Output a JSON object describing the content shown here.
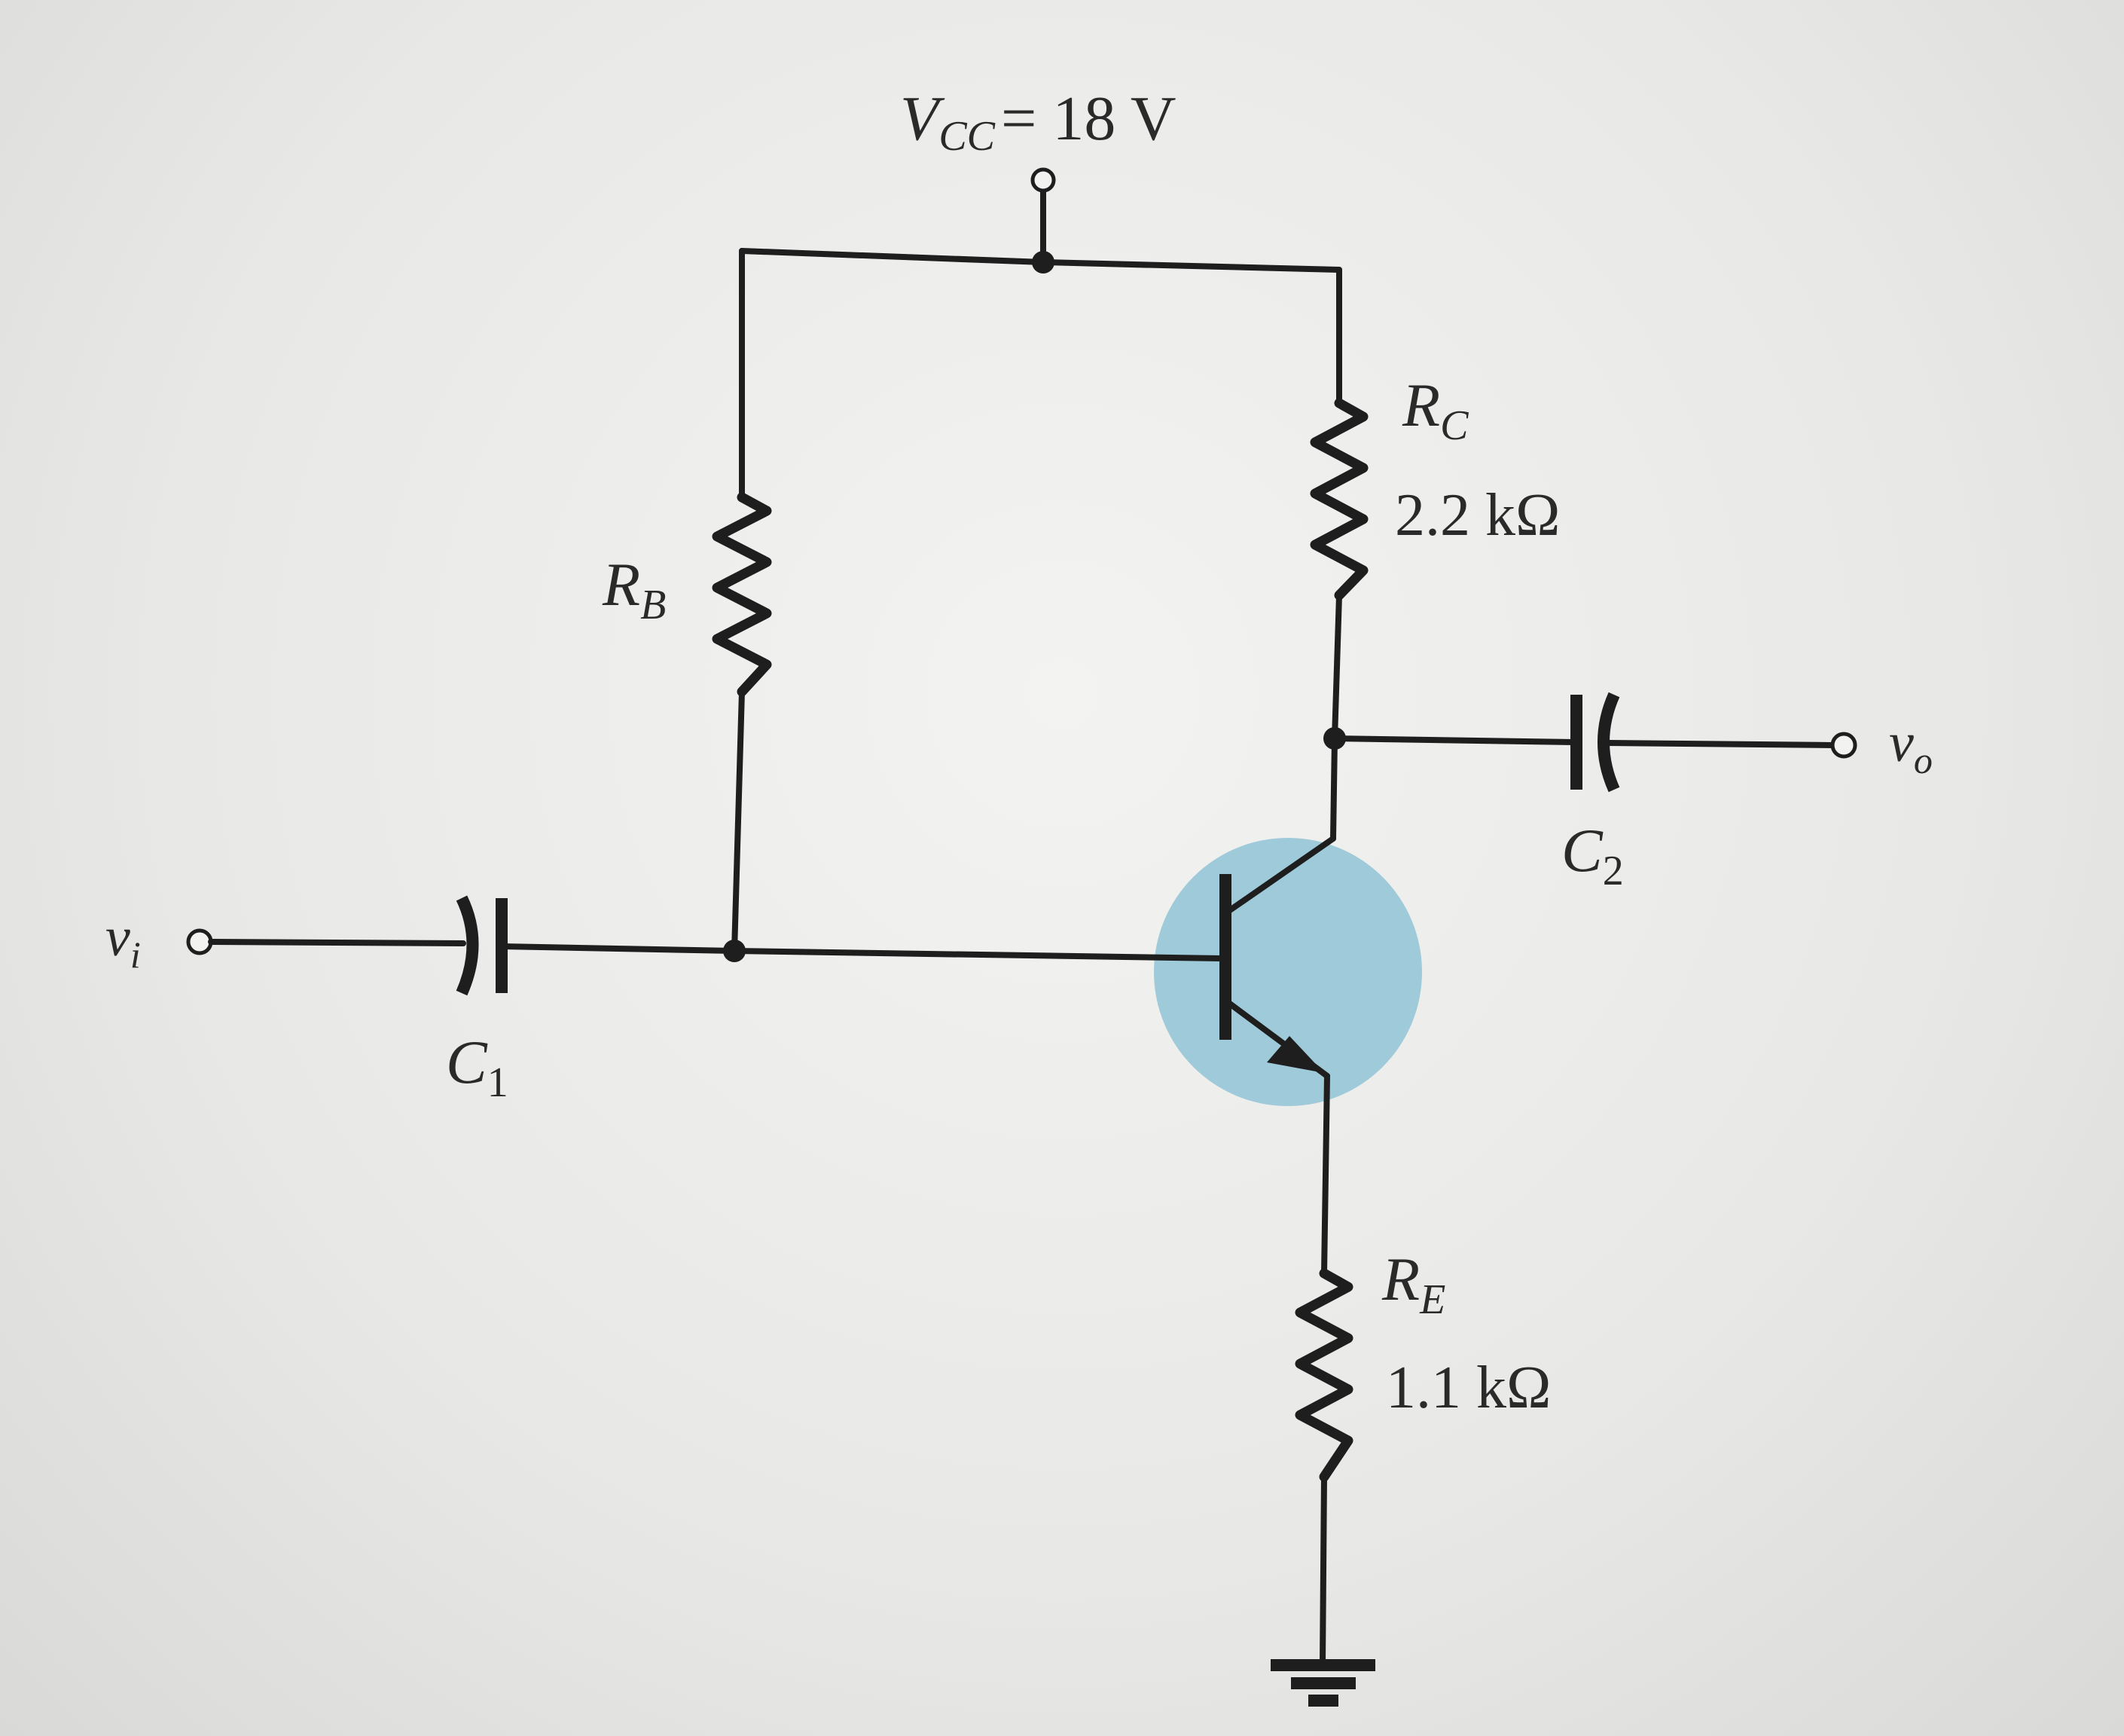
{
  "supply": {
    "symbol": "V",
    "subscript": "CC",
    "value_text": "= 18 V"
  },
  "input": {
    "symbol": "v",
    "subscript": "i"
  },
  "output": {
    "symbol": "v",
    "subscript": "o"
  },
  "components": {
    "rb": {
      "symbol": "R",
      "subscript": "B"
    },
    "rc": {
      "symbol": "R",
      "subscript": "C",
      "value": "2.2 kΩ"
    },
    "re": {
      "symbol": "R",
      "subscript": "E",
      "value": "1.1 kΩ"
    },
    "c1": {
      "symbol": "C",
      "subscript": "1"
    },
    "c2": {
      "symbol": "C",
      "subscript": "2"
    }
  },
  "colors": {
    "ink": "#1e1e1e",
    "highlight": "#8fc3d6",
    "background": "#e9e9e7"
  }
}
